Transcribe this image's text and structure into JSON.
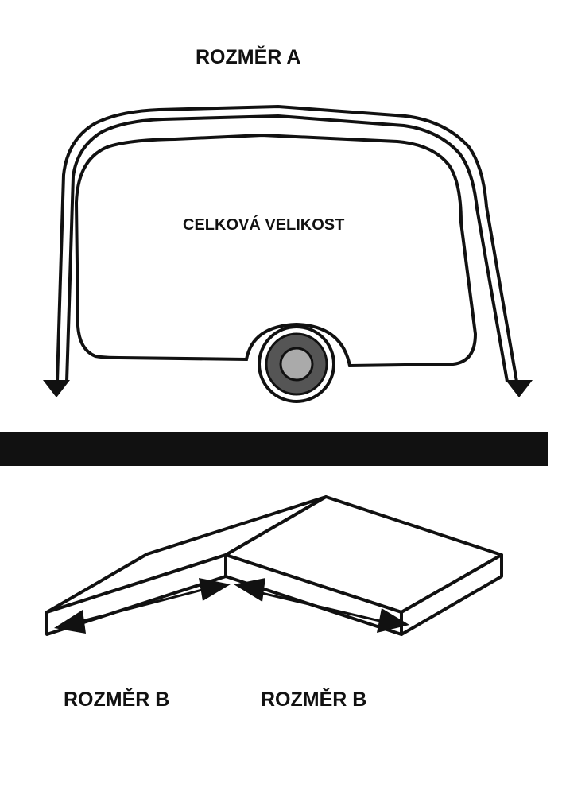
{
  "labels": {
    "dimension_a": "ROZMĚR A",
    "total_size": "CELKOVÁ VELIKOST",
    "dimension_b_left": "ROZMĚR B",
    "dimension_b_right": "ROZMĚR B"
  },
  "colors": {
    "ink": "#111111",
    "wheel_tire": "#555555",
    "wheel_hub": "#aaaaaa"
  }
}
